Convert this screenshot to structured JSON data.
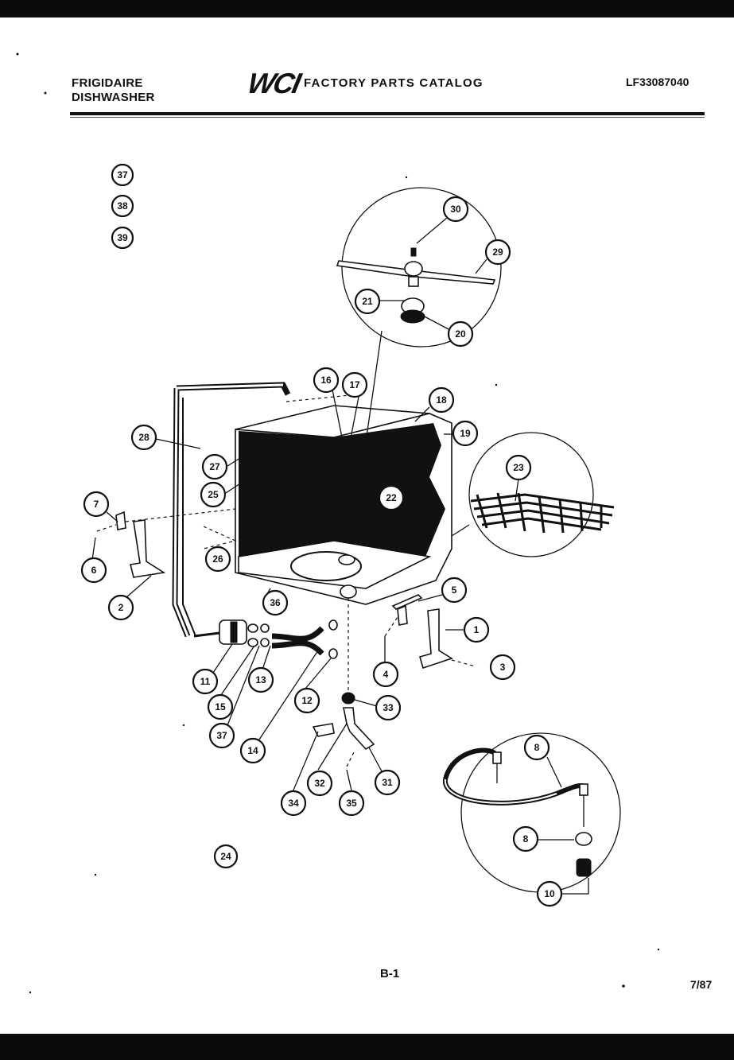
{
  "header": {
    "brand_line1": "FRIGIDAIRE",
    "brand_line2": "DISHWASHER",
    "logo": "WCI",
    "catalog_title": "FACTORY PARTS CATALOG",
    "doc_number": "LF33087040"
  },
  "footer": {
    "page_number": "B-1",
    "date": "7/87"
  },
  "callouts": [
    {
      "id": "c37a",
      "label": "37"
    },
    {
      "id": "c38",
      "label": "38"
    },
    {
      "id": "c39",
      "label": "39"
    },
    {
      "id": "c30",
      "label": "30"
    },
    {
      "id": "c29",
      "label": "29"
    },
    {
      "id": "c21",
      "label": "21"
    },
    {
      "id": "c20",
      "label": "20"
    },
    {
      "id": "c16a",
      "label": "16"
    },
    {
      "id": "c17",
      "label": "17"
    },
    {
      "id": "c18",
      "label": "18"
    },
    {
      "id": "c19",
      "label": "19"
    },
    {
      "id": "c28a",
      "label": "28"
    },
    {
      "id": "c27",
      "label": "27"
    },
    {
      "id": "c25",
      "label": "25"
    },
    {
      "id": "c22",
      "label": "22"
    },
    {
      "id": "c23",
      "label": "23"
    },
    {
      "id": "c7",
      "label": "7"
    },
    {
      "id": "c6",
      "label": "6"
    },
    {
      "id": "c26",
      "label": "26"
    },
    {
      "id": "c2",
      "label": "2"
    },
    {
      "id": "c36",
      "label": "36"
    },
    {
      "id": "c5",
      "label": "5"
    },
    {
      "id": "c1",
      "label": "1"
    },
    {
      "id": "c3",
      "label": "3"
    },
    {
      "id": "c4",
      "label": "4"
    },
    {
      "id": "c11",
      "label": "11"
    },
    {
      "id": "c13",
      "label": "13"
    },
    {
      "id": "c12",
      "label": "12"
    },
    {
      "id": "c15",
      "label": "15"
    },
    {
      "id": "c37b",
      "label": "37"
    },
    {
      "id": "c14",
      "label": "14"
    },
    {
      "id": "c33",
      "label": "33"
    },
    {
      "id": "c32",
      "label": "32"
    },
    {
      "id": "c31",
      "label": "31"
    },
    {
      "id": "c34",
      "label": "34"
    },
    {
      "id": "c35",
      "label": "35"
    },
    {
      "id": "c8a",
      "label": "8"
    },
    {
      "id": "c8b",
      "label": "8"
    },
    {
      "id": "c10",
      "label": "10"
    },
    {
      "id": "c24",
      "label": "24"
    }
  ]
}
